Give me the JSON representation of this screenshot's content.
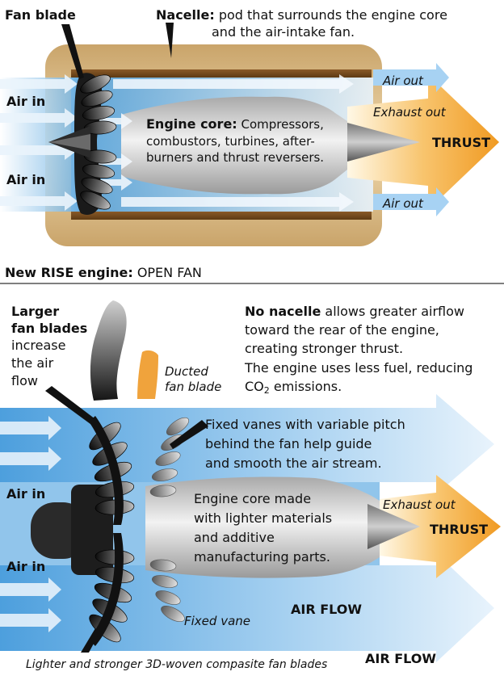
{
  "top_engine": {
    "fan_blade_label": "Fan blade",
    "nacelle_title": "Nacelle:",
    "nacelle_desc_1": "pod that surrounds the engine core",
    "nacelle_desc_2": "and the air-intake fan.",
    "air_in_upper": "Air in",
    "air_in_lower": "Air in",
    "air_out_upper": "Air out",
    "air_out_lower": "Air out",
    "exhaust_out": "Exhaust out",
    "thrust": "THRUST",
    "core_title": "Engine core:",
    "core_desc_1": "Compressors,",
    "core_desc_2": "combustors, turbines, after-",
    "core_desc_3": "burners and thrust reversers."
  },
  "section_heading": {
    "bold": "New RISE engine:",
    "rest": "OPEN FAN"
  },
  "bottom_engine": {
    "larger_1": "Larger",
    "larger_2": "fan blades",
    "larger_3": "increase",
    "larger_4": "the air",
    "larger_5": "flow",
    "ducted_1": "Ducted",
    "ducted_2": "fan blade",
    "no_nacelle_bold": "No nacelle",
    "no_nacelle_1": "allows greater airflow",
    "no_nacelle_2": "toward the rear of the engine,",
    "no_nacelle_3": "creating stronger thrust.",
    "fuel_1": "The engine uses less fuel, reducing",
    "fuel_2_pre": "CO",
    "fuel_2_sub": "2",
    "fuel_2_post": " emissions.",
    "vanes_1": "Fixed vanes with variable pitch",
    "vanes_2": "behind the fan help guide",
    "vanes_3": "and smooth the air stream.",
    "air_in_upper": "Air in",
    "air_in_lower": "Air in",
    "core_1": "Engine core made",
    "core_2": "with lighter materials",
    "core_3": "and additive",
    "core_4": "manufacturing parts.",
    "exhaust_out": "Exhaust out",
    "thrust": "THRUST",
    "air_flow_inner": "AIR FLOW",
    "air_flow_outer": "AIR FLOW",
    "fixed_vane": "Fixed vane",
    "composite": "Lighter and stronger 3D-woven compasite fan blades"
  },
  "colors": {
    "nacelle": "#e2c48f",
    "air_blue": "#6fb4e4",
    "thrust_orange": "#f4a73b",
    "core_gray": "#d3d3d3",
    "blade_dark": "#1a1a1a"
  }
}
